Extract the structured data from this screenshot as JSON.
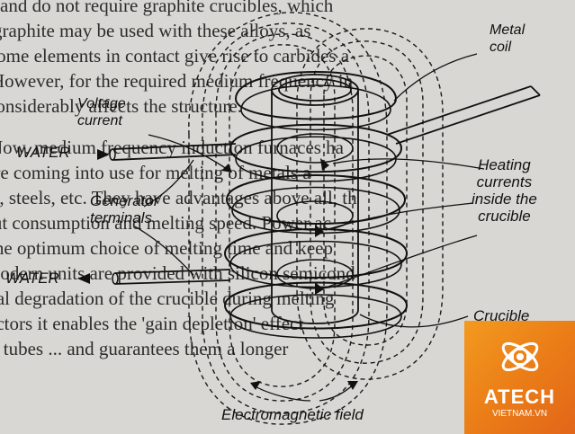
{
  "background_text": [
    "and do not require graphite crucibles, which",
    "graphite may be used with these alloys, as",
    "some elements in contact give rise to carbides a",
    "However, for the required medium frequency in",
    "considerably affects the structure.",
    "Now, medium frequency induction furnaces ha",
    "are coming into use for melting of metals a",
    "e, steels, etc. They have advantages above all, th",
    "tut consumption and melting speed. Power ac",
    "the optimum choice of melting time and keep",
    "modern units are provided with silicon semicond",
    "ial degradation of the crucible during melting",
    "actors it enables the 'gain depletion' effect",
    "n tubes ... and guarantees them a longer"
  ],
  "labels": {
    "metal_coil": "Metal\ncoil",
    "voltage_current": "Voltage\ncurrent",
    "water_in": "WATER",
    "generator_terminals": "Generator\nterminals",
    "water_out": "WATER",
    "heating_currents": "Heating\ncurrents\ninside the\ncrucible",
    "crucible": "Crucible",
    "electromagnetic_field": "Electromagnetic field"
  },
  "logo": {
    "brand": "ATECH",
    "sub": "VIETNAM.VN",
    "icon": "atom-gear-icon",
    "colors": {
      "orange": "#ea7b17",
      "white": "#ffffff"
    }
  },
  "colors": {
    "background": "#d9d7d3",
    "ink": "#111111"
  }
}
